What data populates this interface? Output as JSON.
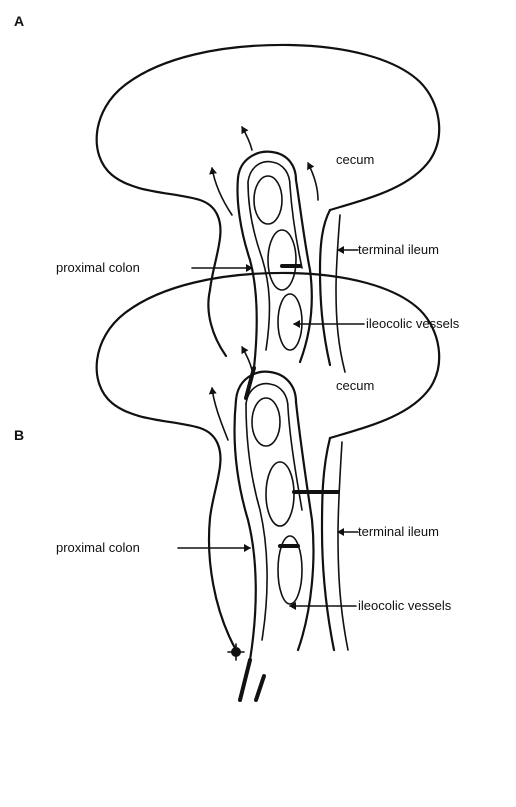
{
  "panels": [
    {
      "letter": "A",
      "labels": {
        "cecum": "cecum",
        "terminal_ileum": "terminal ileum",
        "proximal_colon": "proximal colon",
        "ileocolic_vessels": "ileocolic vessels"
      }
    },
    {
      "letter": "B",
      "labels": {
        "cecum": "cecum",
        "terminal_ileum": "terminal ileum",
        "proximal_colon": "proximal colon",
        "ileocolic_vessels": "ileocolic vessels"
      }
    }
  ],
  "colors": {
    "ink": "#111111",
    "background": "#ffffff"
  }
}
